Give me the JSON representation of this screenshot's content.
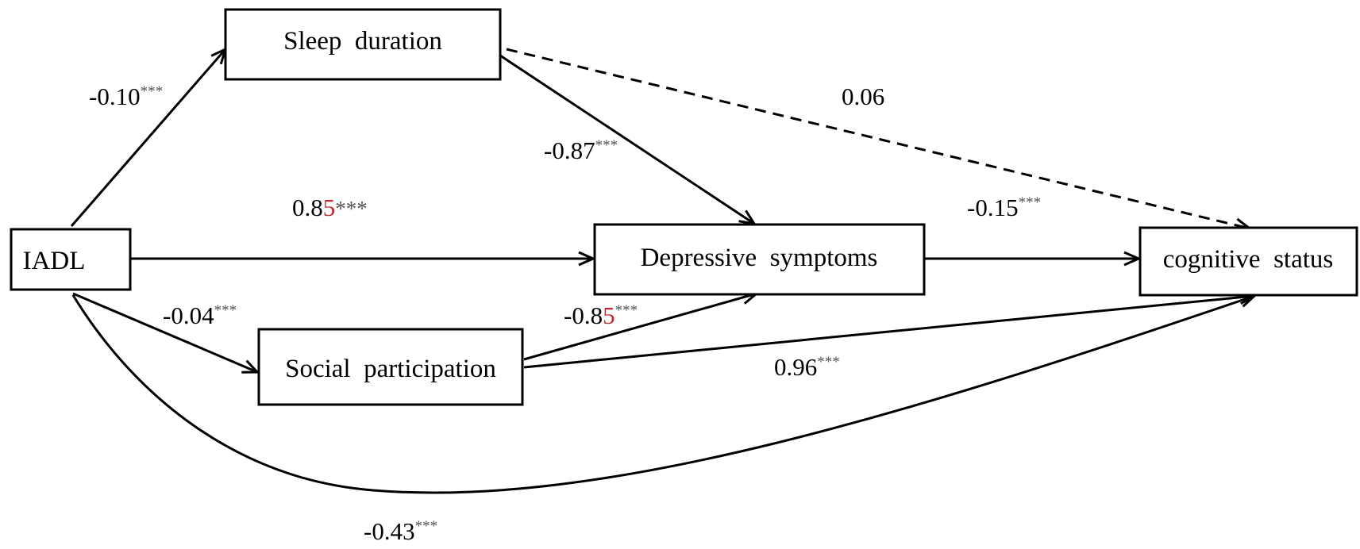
{
  "nodes": {
    "iadl": "IADL",
    "sleep": "Sleep  duration",
    "depressive": "Depressive  symptoms",
    "social": "Social  participation",
    "cognitive": "cognitive  status"
  },
  "paths": {
    "iadl_sleep": {
      "coef": "-0.10",
      "sig": "***"
    },
    "sleep_cognitive": {
      "coef": "0.06",
      "sig": ""
    },
    "sleep_depressive": {
      "coef": "-0.87",
      "sig": "***"
    },
    "iadl_depressive": {
      "coef_main": "0.8",
      "coef_red": "5",
      "sig": "***"
    },
    "depressive_cognitive": {
      "coef": "-0.15",
      "sig": "***"
    },
    "iadl_social": {
      "coef": "-0.04",
      "sig": "***"
    },
    "social_depressive": {
      "coef_main": "-0.8",
      "coef_red": "5",
      "sig": "***"
    },
    "social_cognitive": {
      "coef": "0.96",
      "sig": "***"
    },
    "iadl_cognitive": {
      "coef": "-0.43",
      "sig": "***"
    }
  },
  "colors": {
    "line": "#000000",
    "highlight": "#c0282b",
    "stars": "#555555"
  }
}
